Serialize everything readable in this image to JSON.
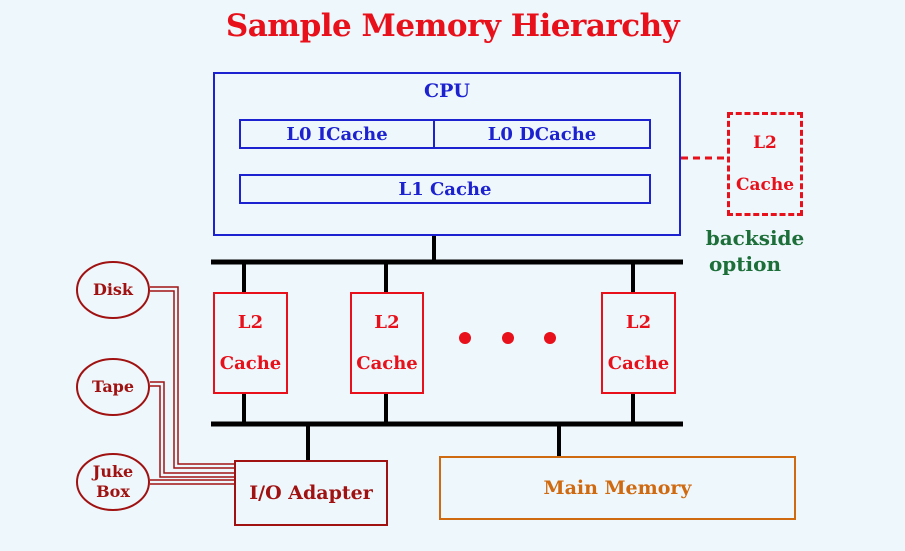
{
  "title": "Sample Memory Hierarchy",
  "cpu": {
    "label": "CPU",
    "l0_icache": "L0 ICache",
    "l0_dcache": "L0 DCache",
    "l1_cache": "L1 Cache"
  },
  "backside_l2": {
    "line1": "L2",
    "line2": "Cache",
    "caption_line1": "backside",
    "caption_line2": "option"
  },
  "l2_caches": [
    {
      "line1": "L2",
      "line2": "Cache"
    },
    {
      "line1": "L2",
      "line2": "Cache"
    },
    {
      "line1": "L2",
      "line2": "Cache"
    }
  ],
  "storage_devices": [
    {
      "label": "Disk"
    },
    {
      "label": "Tape"
    },
    {
      "label_line1": "Juke",
      "label_line2": "Box"
    }
  ],
  "io_adapter": "I/O Adapter",
  "main_memory": "Main Memory",
  "colors": {
    "background": "#eef7fb",
    "title": "#e8101a",
    "cpu": "#1d22d0",
    "cache": "#e8101a",
    "backside_caption": "#1d6f3a",
    "main_memory": "#cf6a10",
    "io": "#a01212",
    "bus": "#000000"
  }
}
